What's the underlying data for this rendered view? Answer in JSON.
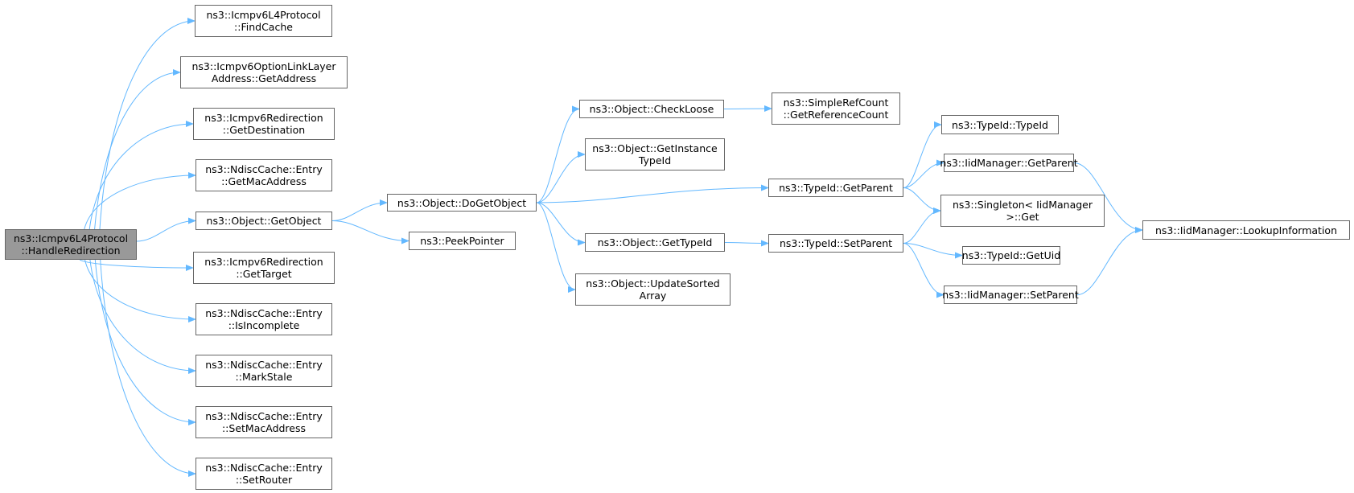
{
  "graph": {
    "edge_color": "#63b8ff",
    "root_fill": "#999999",
    "node_border": "#666666",
    "nodes": [
      {
        "id": "root",
        "lines": [
          "ns3::Icmpv6L4Protocol",
          "::HandleRedirection"
        ],
        "root": true
      },
      {
        "id": "findcache",
        "lines": [
          "ns3::Icmpv6L4Protocol",
          "::FindCache"
        ]
      },
      {
        "id": "ll_getaddr",
        "lines": [
          "ns3::Icmpv6OptionLinkLayer",
          "Address::GetAddress"
        ]
      },
      {
        "id": "redir_getdest",
        "lines": [
          "ns3::Icmpv6Redirection",
          "::GetDestination"
        ]
      },
      {
        "id": "entry_getmac",
        "lines": [
          "ns3::NdiscCache::Entry",
          "::GetMacAddress"
        ]
      },
      {
        "id": "getobject",
        "lines": [
          "ns3::Object::GetObject"
        ]
      },
      {
        "id": "redir_gettarget",
        "lines": [
          "ns3::Icmpv6Redirection",
          "::GetTarget"
        ]
      },
      {
        "id": "entry_isincomplete",
        "lines": [
          "ns3::NdiscCache::Entry",
          "::IsIncomplete"
        ]
      },
      {
        "id": "entry_markstale",
        "lines": [
          "ns3::NdiscCache::Entry",
          "::MarkStale"
        ]
      },
      {
        "id": "entry_setmac",
        "lines": [
          "ns3::NdiscCache::Entry",
          "::SetMacAddress"
        ]
      },
      {
        "id": "entry_setrouter",
        "lines": [
          "ns3::NdiscCache::Entry",
          "::SetRouter"
        ]
      },
      {
        "id": "dogetobject",
        "lines": [
          "ns3::Object::DoGetObject"
        ]
      },
      {
        "id": "peekpointer",
        "lines": [
          "ns3::PeekPointer"
        ]
      },
      {
        "id": "checkloose",
        "lines": [
          "ns3::Object::CheckLoose"
        ]
      },
      {
        "id": "getinstancetypeid",
        "lines": [
          "ns3::Object::GetInstance",
          "TypeId"
        ]
      },
      {
        "id": "gettypeid",
        "lines": [
          "ns3::Object::GetTypeId"
        ]
      },
      {
        "id": "updatesorted",
        "lines": [
          "ns3::Object::UpdateSorted",
          "Array"
        ]
      },
      {
        "id": "getrefcount",
        "lines": [
          "ns3::SimpleRefCount",
          "::GetReferenceCount"
        ]
      },
      {
        "id": "typeid_getparent",
        "lines": [
          "ns3::TypeId::GetParent"
        ]
      },
      {
        "id": "typeid_setparent",
        "lines": [
          "ns3::TypeId::SetParent"
        ]
      },
      {
        "id": "typeid_typeid",
        "lines": [
          "ns3::TypeId::TypeId"
        ]
      },
      {
        "id": "iid_getparent",
        "lines": [
          "ns3::IidManager::GetParent"
        ]
      },
      {
        "id": "singleton_get",
        "lines": [
          "ns3::Singleton< IidManager",
          ">::Get"
        ]
      },
      {
        "id": "typeid_getuid",
        "lines": [
          "ns3::TypeId::GetUid"
        ]
      },
      {
        "id": "iid_setparent",
        "lines": [
          "ns3::IidManager::SetParent"
        ]
      },
      {
        "id": "iid_lookup",
        "lines": [
          "ns3::IidManager::LookupInformation"
        ]
      }
    ],
    "edges": [
      [
        "root",
        "findcache"
      ],
      [
        "root",
        "ll_getaddr"
      ],
      [
        "root",
        "redir_getdest"
      ],
      [
        "root",
        "entry_getmac"
      ],
      [
        "root",
        "getobject"
      ],
      [
        "root",
        "redir_gettarget"
      ],
      [
        "root",
        "entry_isincomplete"
      ],
      [
        "root",
        "entry_markstale"
      ],
      [
        "root",
        "entry_setmac"
      ],
      [
        "root",
        "entry_setrouter"
      ],
      [
        "getobject",
        "dogetobject"
      ],
      [
        "getobject",
        "peekpointer"
      ],
      [
        "dogetobject",
        "checkloose"
      ],
      [
        "dogetobject",
        "getinstancetypeid"
      ],
      [
        "dogetobject",
        "typeid_getparent"
      ],
      [
        "dogetobject",
        "gettypeid"
      ],
      [
        "dogetobject",
        "updatesorted"
      ],
      [
        "checkloose",
        "getrefcount"
      ],
      [
        "gettypeid",
        "typeid_setparent"
      ],
      [
        "typeid_getparent",
        "typeid_typeid"
      ],
      [
        "typeid_getparent",
        "iid_getparent"
      ],
      [
        "typeid_getparent",
        "singleton_get"
      ],
      [
        "typeid_setparent",
        "singleton_get"
      ],
      [
        "typeid_setparent",
        "typeid_getuid"
      ],
      [
        "typeid_setparent",
        "iid_setparent"
      ],
      [
        "iid_getparent",
        "iid_lookup"
      ],
      [
        "iid_setparent",
        "iid_lookup"
      ]
    ]
  }
}
